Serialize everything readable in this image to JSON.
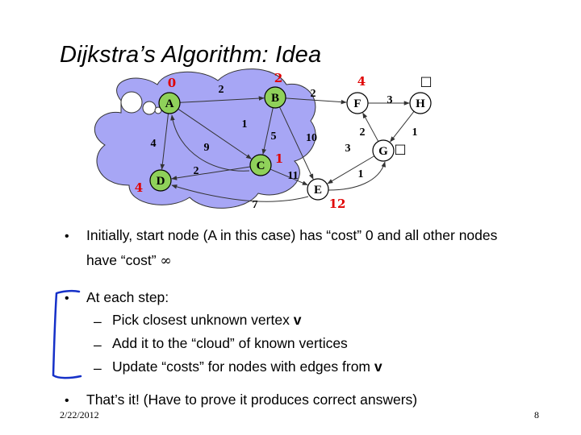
{
  "slide": {
    "title": "Dijkstra’s Algorithm: Idea",
    "date": "2/22/2012",
    "page_number": "8"
  },
  "graph": {
    "nodes": [
      {
        "id": "A",
        "label": "A",
        "known": true,
        "cost": "0"
      },
      {
        "id": "B",
        "label": "B",
        "known": true,
        "cost": "2"
      },
      {
        "id": "C",
        "label": "C",
        "known": true,
        "cost": "1"
      },
      {
        "id": "D",
        "label": "D",
        "known": true,
        "cost": "4"
      },
      {
        "id": "E",
        "label": "E",
        "known": false,
        "cost": "12"
      },
      {
        "id": "F",
        "label": "F",
        "known": false,
        "cost": "4"
      },
      {
        "id": "G",
        "label": "G",
        "known": false,
        "cost": "□"
      },
      {
        "id": "H",
        "label": "H",
        "known": false,
        "cost": "□"
      }
    ],
    "edges": [
      {
        "from": "A",
        "to": "B",
        "weight": "2"
      },
      {
        "from": "A",
        "to": "C",
        "weight": "1"
      },
      {
        "from": "A",
        "to": "D",
        "weight": "4"
      },
      {
        "from": "C",
        "to": "A",
        "weight": "9"
      },
      {
        "from": "B",
        "to": "F",
        "weight": "2"
      },
      {
        "from": "B",
        "to": "C",
        "weight": "5"
      },
      {
        "from": "B",
        "to": "E",
        "weight": "10"
      },
      {
        "from": "C",
        "to": "D",
        "weight": "2"
      },
      {
        "from": "C",
        "to": "E",
        "weight": "11"
      },
      {
        "from": "E",
        "to": "D",
        "weight": "7"
      },
      {
        "from": "F",
        "to": "H",
        "weight": "3"
      },
      {
        "from": "G",
        "to": "F",
        "weight": "2"
      },
      {
        "from": "H",
        "to": "G",
        "weight": "1"
      },
      {
        "from": "G",
        "to": "E",
        "weight": "3"
      },
      {
        "from": "E",
        "to": "G",
        "weight": "1"
      }
    ]
  },
  "bullets": {
    "b1_text": "Initially, start node (A in this case) has “cost” 0 and all other nodes",
    "b1_cont": "have “cost”",
    "b1_infinity": "∞",
    "b2_text": "At each step:",
    "sub1_pre": "Pick closest unknown vertex",
    "sub1_var": "v",
    "sub2": "Add it to the “cloud” of known vertices",
    "sub3_pre": "Update “costs” for nodes with edges from",
    "sub3_var": "v",
    "b3_text": "That’s it!  (Have to prove it produces correct answers)",
    "bullet_glyph": "•",
    "dash_glyph": "–"
  },
  "colors": {
    "cloud": "#a7a6f5",
    "known_node": "#8fd15a",
    "cost_red": "#e00000",
    "annotation_blue": "#1530c8"
  }
}
